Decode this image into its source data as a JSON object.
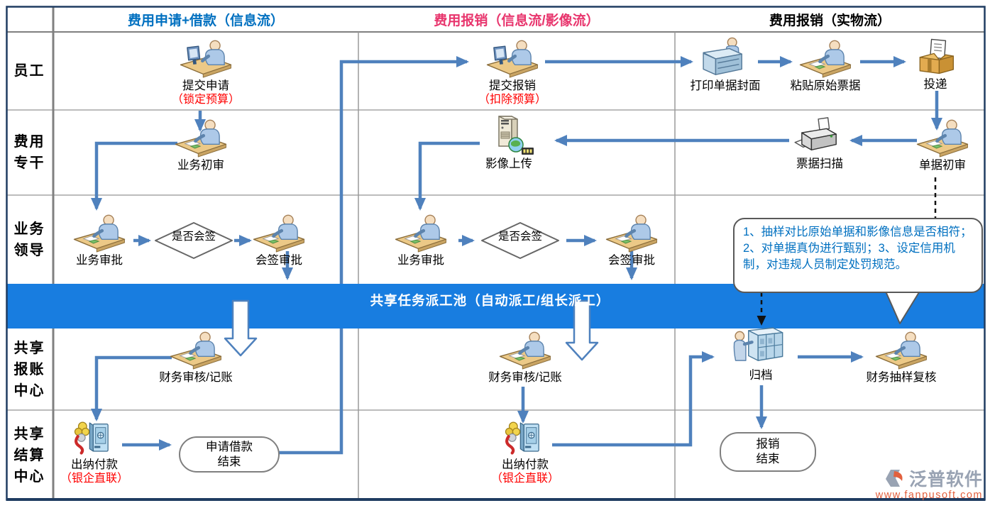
{
  "header": {
    "columns": [
      {
        "label": "费用申请+借款（信息流）",
        "color": "#0070C0"
      },
      {
        "label": "费用报销（信息流/影像流）",
        "color": "#E8356D"
      },
      {
        "label": "费用报销（实物流）",
        "color": "#000000"
      }
    ]
  },
  "lanes": [
    {
      "label": "员工"
    },
    {
      "label": "费用\n专干"
    },
    {
      "label": "业务\n领导"
    },
    {
      "label": "共享\n报账\n中心"
    },
    {
      "label": "共享\n结算\n中心"
    }
  ],
  "band": {
    "label": "共享任务派工池（自动派工/组长派工）",
    "color": "#187DE0"
  },
  "nodes": {
    "submit_request": {
      "label": "提交申请",
      "note": "（锁定预算）",
      "icon": "person-computer-icon"
    },
    "submit_reimburse": {
      "label": "提交报销",
      "note": "（扣除预算）",
      "icon": "person-computer-icon"
    },
    "print_cover": {
      "label": "打印单据封面",
      "icon": "person-copier-icon"
    },
    "paste_receipts": {
      "label": "粘贴原始票据",
      "icon": "person-desk-icon"
    },
    "deliver": {
      "label": "投递",
      "icon": "box-document-icon"
    },
    "initial_review": {
      "label": "业务初审",
      "icon": "person-desk-icon"
    },
    "image_upload": {
      "label": "影像上传",
      "icon": "server-globe-icon"
    },
    "receipt_scan": {
      "label": "票据扫描",
      "icon": "scanner-icon"
    },
    "doc_initial_review": {
      "label": "单据初审",
      "icon": "person-desk-icon"
    },
    "biz_approve_1": {
      "label": "业务审批",
      "icon": "person-desk-icon"
    },
    "countersign_approve_1": {
      "label": "会签审批",
      "icon": "person-desk-icon"
    },
    "biz_approve_2": {
      "label": "业务审批",
      "icon": "person-desk-icon"
    },
    "countersign_approve_2": {
      "label": "会签审批",
      "icon": "person-desk-icon"
    },
    "finance_audit_1": {
      "label": "财务审核/记账",
      "icon": "person-desk-icon"
    },
    "finance_audit_2": {
      "label": "财务审核/记账",
      "icon": "person-desk-icon"
    },
    "archive": {
      "label": "归档",
      "icon": "person-cabinet-icon"
    },
    "sampling_review": {
      "label": "财务抽样复核",
      "icon": "person-desk-icon"
    },
    "cashier_pay_1": {
      "label": "出纳付款",
      "note": "（银企直联）",
      "icon": "safe-money-icon"
    },
    "cashier_pay_2": {
      "label": "出纳付款",
      "note": "（银企直联）",
      "icon": "safe-money-icon"
    }
  },
  "decisions": {
    "d1": {
      "label": "是否会签"
    },
    "d2": {
      "label": "是否会签"
    }
  },
  "terminators": {
    "loan_end": {
      "label": "申请借款\n结束"
    },
    "reimburse_end": {
      "label": "报销\n结束"
    }
  },
  "callout": {
    "text": "1、抽样对比原始单据和影像信息是否相符；\n2、对单据真伪进行甄别；3、设定信用机制，对违规人员制定处罚规范。",
    "color": "#0070C0"
  },
  "watermark": {
    "brand": "泛普软件",
    "url": "www.fanpusoft.com"
  },
  "colors": {
    "arrow": "#4F81BD",
    "band": "#187DE0",
    "note_red": "#FF0000",
    "header_blue": "#0070C0",
    "header_pink": "#E8356D",
    "grid": "#8C8C8C",
    "outer_border": "#1F3C61",
    "shape_border": "#7F7F7F"
  }
}
